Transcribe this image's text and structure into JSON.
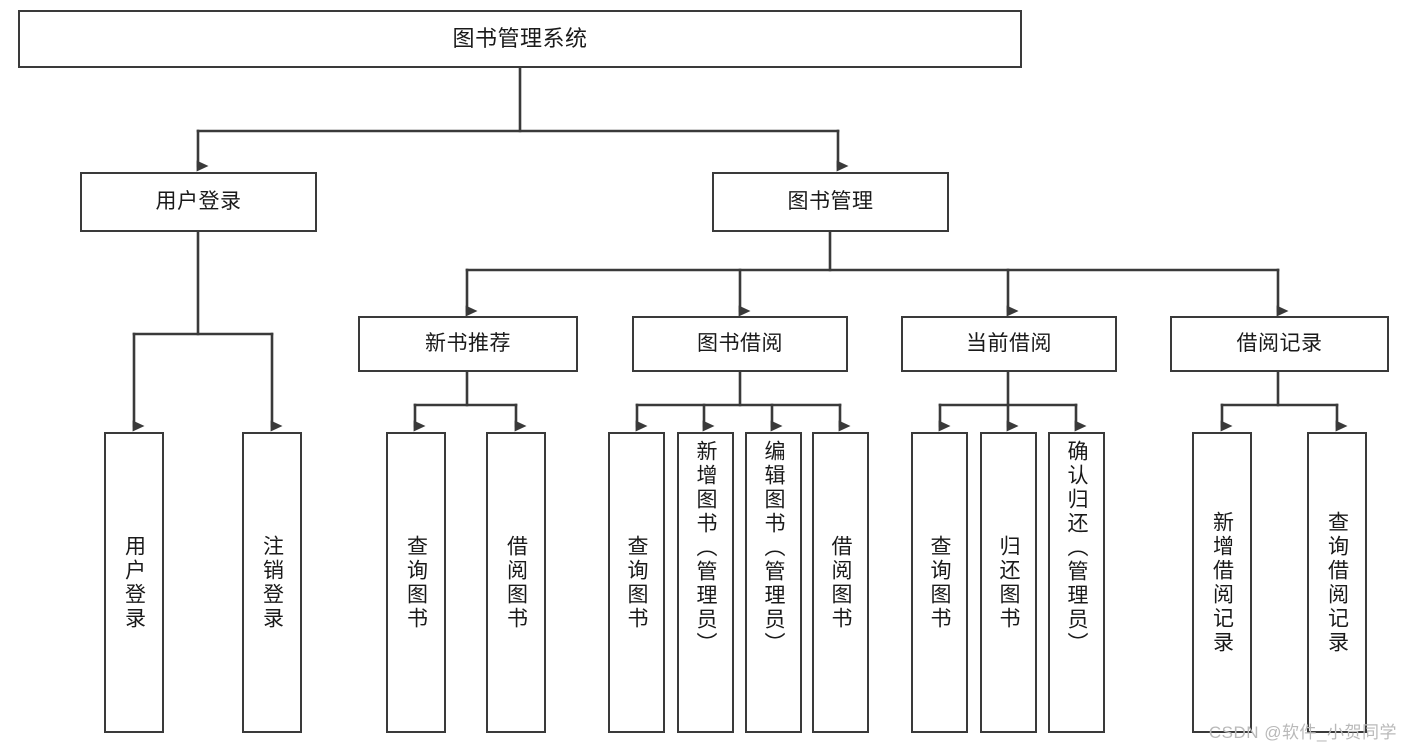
{
  "diagram": {
    "title": "图书管理系统",
    "type": "tree-hierarchy",
    "watermark": "CSDN @软件_小贺同学",
    "colors": {
      "node_border": "#3a3a3a",
      "node_fill": "#ffffff",
      "connector": "#3a3a3a",
      "text": "#1a1a1a",
      "watermark": "#b9b9b9"
    },
    "nodes": {
      "root": {
        "label": "图书管理系统"
      },
      "level1": [
        {
          "id": "user-login",
          "label": "用户登录"
        },
        {
          "id": "book-manage",
          "label": "图书管理"
        }
      ],
      "level2": [
        {
          "id": "new-book-recommend",
          "label": "新书推荐"
        },
        {
          "id": "book-borrow",
          "label": "图书借阅"
        },
        {
          "id": "current-borrow",
          "label": "当前借阅"
        },
        {
          "id": "borrow-record",
          "label": "借阅记录"
        }
      ],
      "leaves": {
        "user_login": [
          {
            "id": "leaf-user-login",
            "label": "用户登录"
          },
          {
            "id": "leaf-logout-login",
            "label": "注销登录"
          }
        ],
        "new_book_recommend": [
          {
            "id": "leaf-query-book-1",
            "label": "查询图书"
          },
          {
            "id": "leaf-borrow-book-1",
            "label": "借阅图书"
          }
        ],
        "book_borrow": [
          {
            "id": "leaf-query-book-2",
            "label": "查询图书"
          },
          {
            "id": "leaf-add-book",
            "label": "新增图书（管理员）"
          },
          {
            "id": "leaf-edit-book",
            "label": "编辑图书（管理员）"
          },
          {
            "id": "leaf-borrow-book-2",
            "label": "借阅图书"
          }
        ],
        "current_borrow": [
          {
            "id": "leaf-query-book-3",
            "label": "查询图书"
          },
          {
            "id": "leaf-return-book",
            "label": "归还图书"
          },
          {
            "id": "leaf-confirm-return",
            "label": "确认归还（管理员）"
          }
        ],
        "borrow_record": [
          {
            "id": "leaf-add-borrow-record",
            "label": "新增借阅记录"
          },
          {
            "id": "leaf-query-borrow-record",
            "label": "查询借阅记录"
          }
        ]
      }
    }
  }
}
